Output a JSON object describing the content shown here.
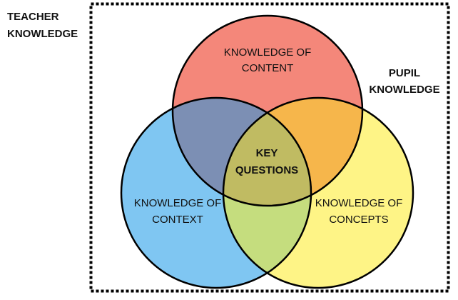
{
  "outer_labels": {
    "teacher_line1": "TEACHER",
    "teacher_line2": "KNOWLEDGE",
    "pupil_line1": "PUPIL",
    "pupil_line2": "KNOWLEDGE"
  },
  "circles": {
    "content": {
      "line1": "KNOWLEDGE OF",
      "line2": "CONTENT",
      "color": "#F4877A"
    },
    "context": {
      "line1": "KNOWLEDGE OF",
      "line2": "CONTEXT",
      "color": "#7FC6F2"
    },
    "concepts": {
      "line1": "KNOWLEDGE OF",
      "line2": "CONCEPTS",
      "color": "#FEF486"
    }
  },
  "overlaps": {
    "content_context": {
      "color": "#7C8FB4"
    },
    "content_concepts": {
      "color": "#F6B64B"
    },
    "context_concepts": {
      "color": "#C5DD7E"
    }
  },
  "center": {
    "line1": "KEY",
    "line2": "QUESTIONS",
    "color": "#C0BB62"
  },
  "frame": {
    "style": "dotted",
    "color": "#000000"
  }
}
